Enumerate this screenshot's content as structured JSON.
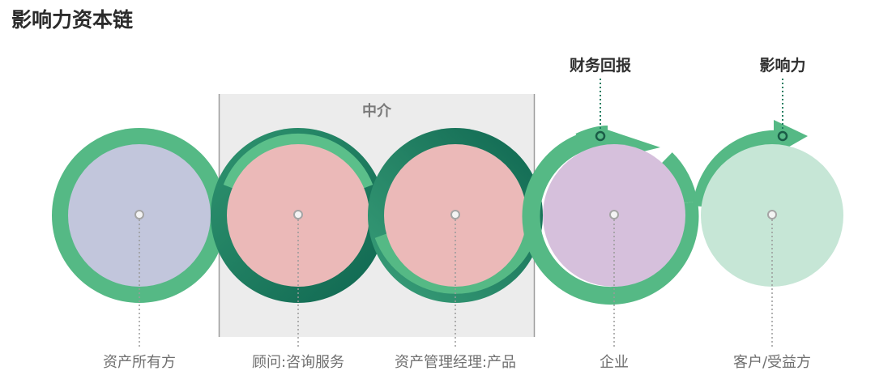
{
  "title": "影响力资本链",
  "intermediary_group": {
    "label": "中介"
  },
  "colors": {
    "ring_light": "#5bbf8a",
    "ring_dark": "#1e7d60",
    "node_asset_owner": "#c2c6dc",
    "node_advisor": "#ebb9b8",
    "node_manager": "#ebb9b8",
    "node_enterprise": "#d6c0dc",
    "node_beneficiary": "#c6e6d6",
    "group_box": "#ececec",
    "dotted_line": "#9a9a9a",
    "center_dot": "#a5a5a5"
  },
  "nodes": [
    {
      "id": "asset-owner",
      "label": "资产所有方"
    },
    {
      "id": "advisor",
      "label": "顾问:咨询服务"
    },
    {
      "id": "asset-manager",
      "label": "资产管理经理:产品"
    },
    {
      "id": "enterprise",
      "label": "企业"
    },
    {
      "id": "beneficiary",
      "label": "客户/受益方"
    }
  ],
  "outputs": [
    {
      "id": "financial-return",
      "label": "财务回报"
    },
    {
      "id": "impact",
      "label": "影响力"
    }
  ]
}
